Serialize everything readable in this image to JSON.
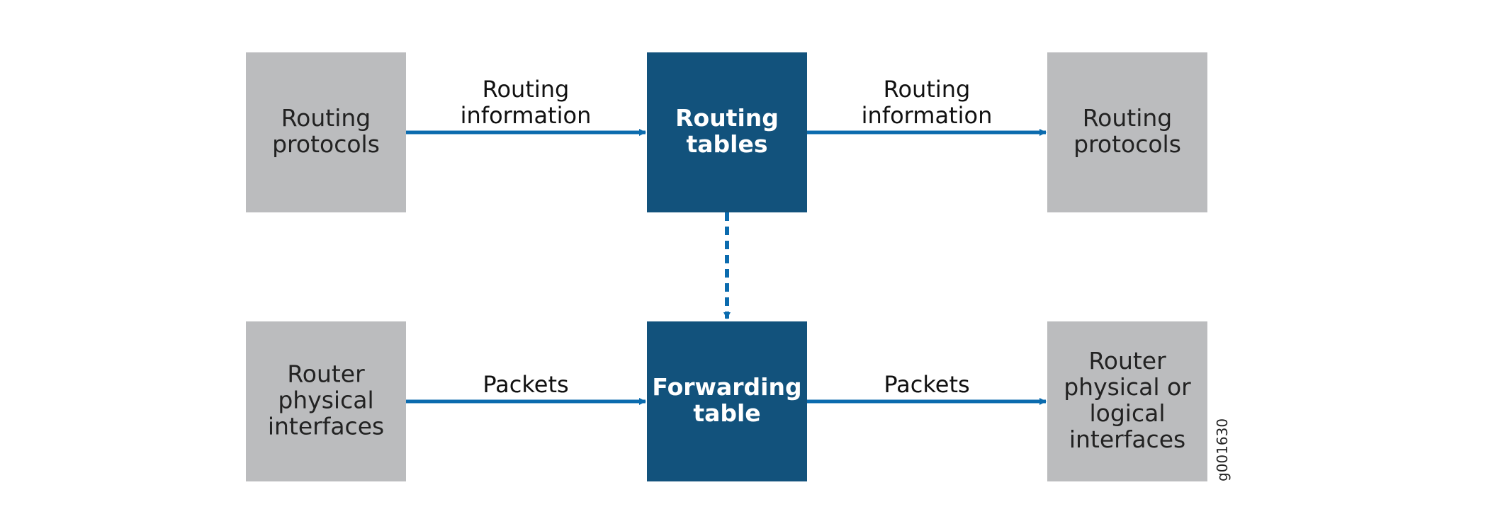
{
  "colors": {
    "gray_box": "#BBBCBE",
    "dark_box": "#12527C",
    "arrow": "#0B6BAE",
    "background": "#FFFFFF"
  },
  "nodes": {
    "routing_protocols_left": {
      "lines": [
        "Routing",
        "protocols"
      ]
    },
    "routing_tables": {
      "lines": [
        "Routing",
        "tables"
      ]
    },
    "routing_protocols_right": {
      "lines": [
        "Routing",
        "protocols"
      ]
    },
    "router_physical_interfaces": {
      "lines": [
        "Router",
        "physical",
        "interfaces"
      ]
    },
    "forwarding_table": {
      "lines": [
        "Forwarding",
        "table"
      ]
    },
    "router_physical_logical_interfaces": {
      "lines": [
        "Router",
        "physical or",
        "logical",
        "interfaces"
      ]
    }
  },
  "edges": {
    "routing_info_in": {
      "lines": [
        "Routing",
        "information"
      ]
    },
    "routing_info_out": {
      "lines": [
        "Routing",
        "information"
      ]
    },
    "packets_in": {
      "lines": [
        "Packets"
      ]
    },
    "packets_out": {
      "lines": [
        "Packets"
      ]
    }
  },
  "figure_id": "g001630"
}
